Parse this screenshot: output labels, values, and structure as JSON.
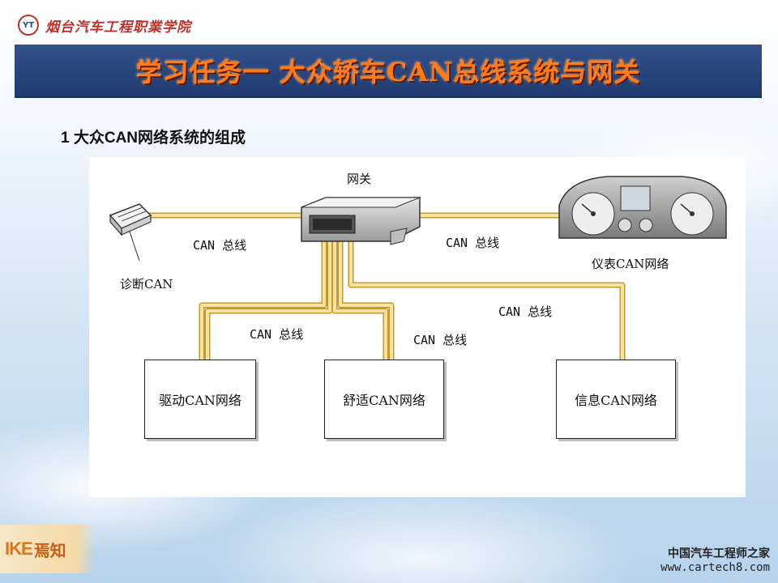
{
  "header": {
    "logo_text": "烟台汽车工程职業学院",
    "logo_mark": "YT",
    "banner_title": "学习任务一  大众轿车CAN总线系统与网关"
  },
  "section": {
    "title": "1 大众CAN网络系统的组成"
  },
  "diagram": {
    "gateway_label": "网关",
    "diagnostic_label": "诊断CAN",
    "instrument_label": "仪表CAN网络",
    "boxes": {
      "drive": "驱动CAN网络",
      "comfort": "舒适CAN网络",
      "info": "信息CAN网络"
    },
    "bus_labels": {
      "left": "CAN 总线",
      "right": "CAN 总线",
      "info": "CAN 总线",
      "drive": "CAN 总线",
      "comfort": "CAN 总线"
    },
    "colors": {
      "bus": "#f1d27a",
      "bus_edge": "#c49a2e"
    }
  },
  "footer": {
    "brand_latin": "IKE",
    "brand_cn": "焉知",
    "site_cn": "中国汽车工程师之家",
    "site_url": "www.cartech8.com"
  }
}
